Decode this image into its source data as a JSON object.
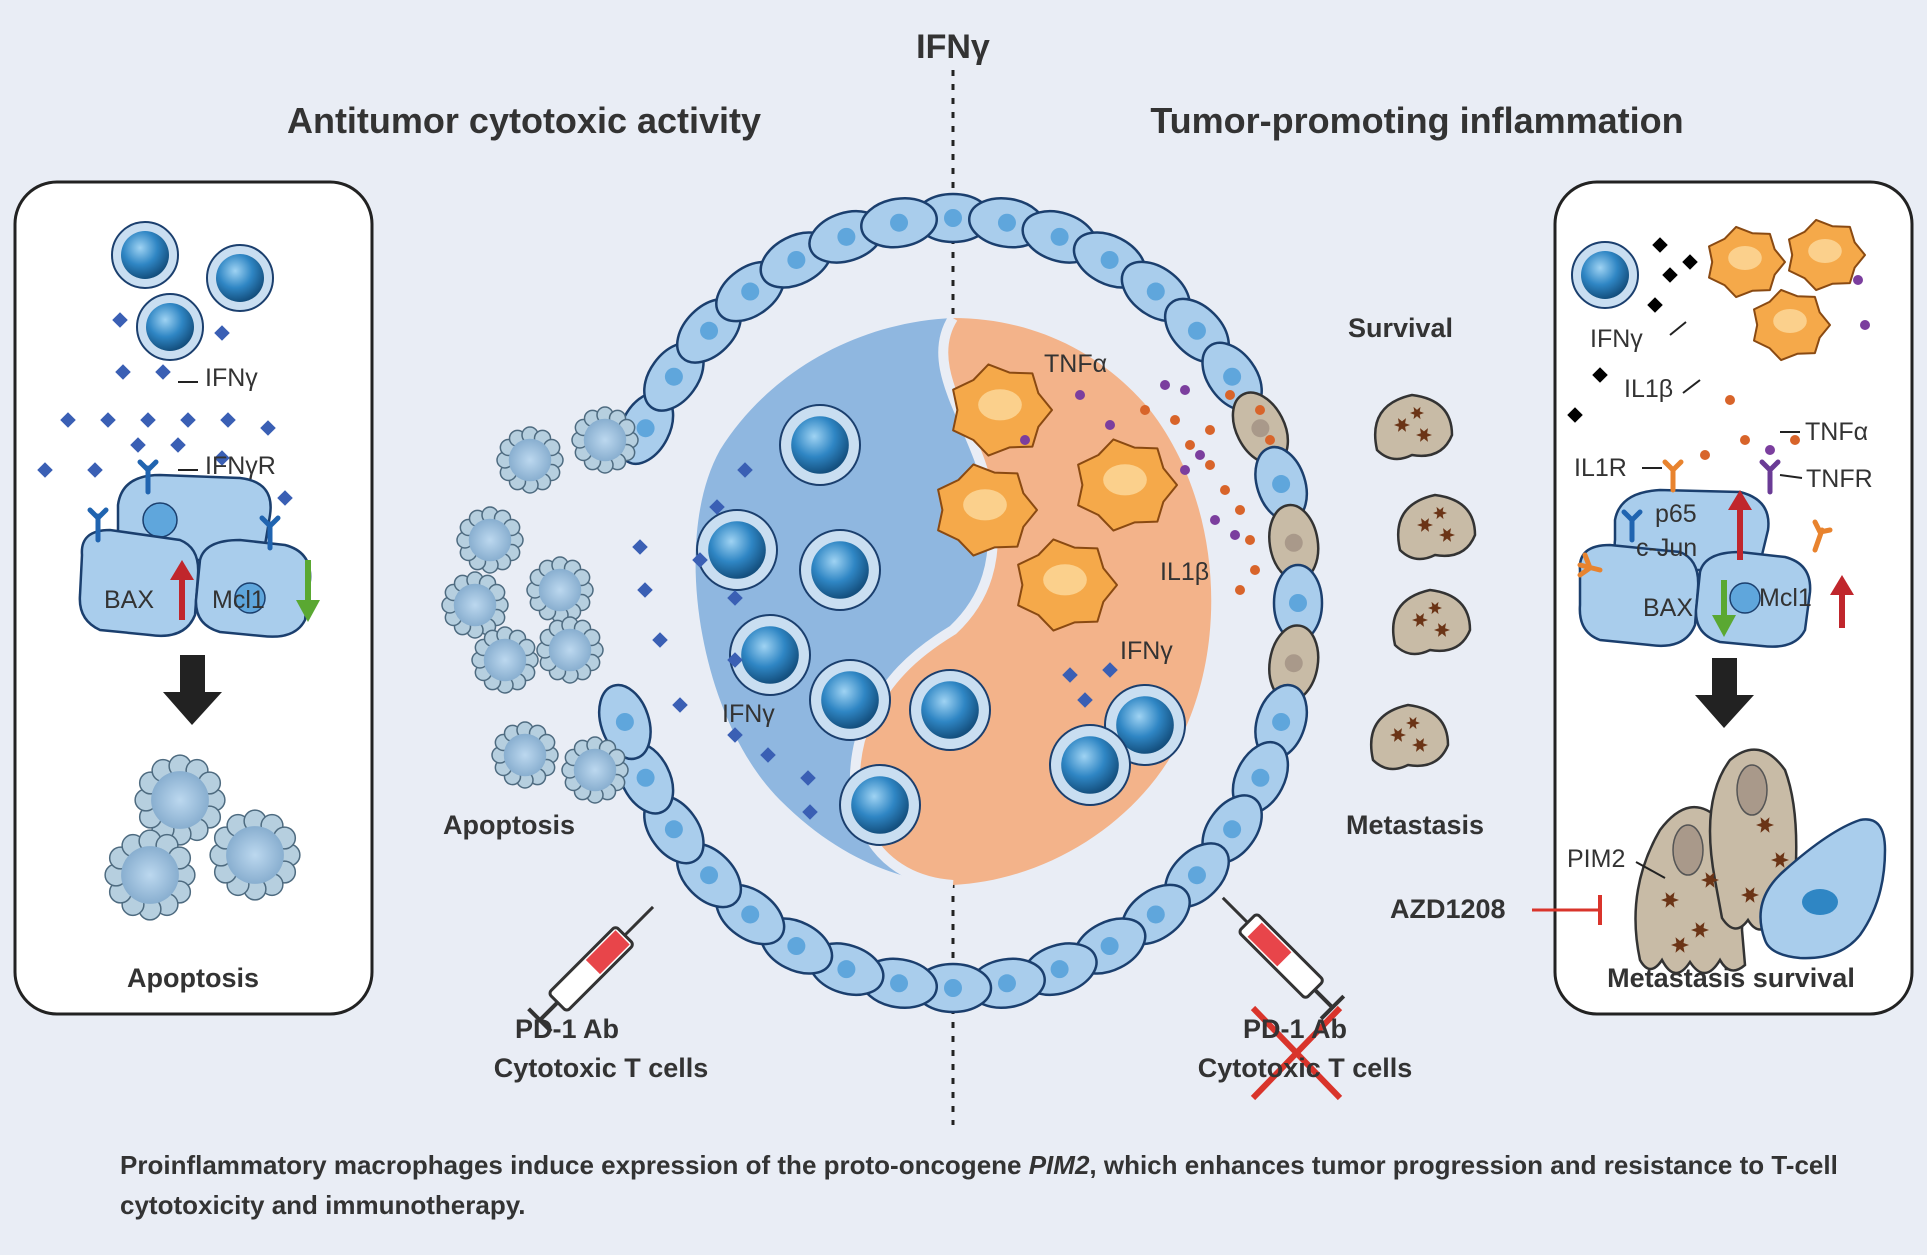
{
  "header": {
    "center_label": "IFNγ",
    "left_title": "Antitumor cytotoxic activity",
    "right_title": "Tumor-promoting inflammation"
  },
  "left_panel": {
    "ifng": "IFNγ",
    "ifngr": "IFNγR",
    "bax": "BAX",
    "mcl1": "Mcl1",
    "outcome": "Apoptosis"
  },
  "center": {
    "ifng_left": "IFNγ",
    "ifng_right": "IFNγ",
    "tnfa": "TNFα",
    "il1b": "IL1β",
    "apoptosis": "Apoptosis",
    "survival": "Survival",
    "metastasis": "Metastasis",
    "left_treatment_line1": "PD-1 Ab",
    "left_treatment_line2": "Cytotoxic T cells",
    "right_treatment_line1": "PD-1 Ab",
    "right_treatment_line2": "Cytotoxic T cells"
  },
  "right_panel": {
    "ifng": "IFNγ",
    "il1b": "IL1β",
    "tnfa": "TNFα",
    "il1r": "IL1R",
    "tnfr": "TNFR",
    "p65": "p65",
    "cjun": "c-Jun",
    "bax": "BAX",
    "mcl1": "Mcl1",
    "pim2": "PIM2",
    "drug": "AZD1208",
    "outcome": "Metastasis survival"
  },
  "caption": {
    "part1": "Proinflammatory macrophages induce expression of the proto-oncogene ",
    "gene": "PIM2",
    "part2": ", which enhances tumor progression and resistance to T-cell cytotoxicity and immunotherapy."
  },
  "colors": {
    "background": "#e9edf5",
    "cell_blue": "#a9cdec",
    "cell_outline": "#1b3f6e",
    "t_cell": "#1f78b4",
    "ifng_diamond": "#3a5fb4",
    "macrophage": "#f5a94a",
    "inflammation_bg": "#f3b38a",
    "antitumor_bg": "#8fb7e0",
    "up_arrow": "#c0262c",
    "down_arrow": "#5aa832",
    "inhibit": "#d9342b",
    "tnf_dot": "#7b3e9e",
    "il1_dot": "#d8642a",
    "tumor_cell": "#c8bba6"
  }
}
